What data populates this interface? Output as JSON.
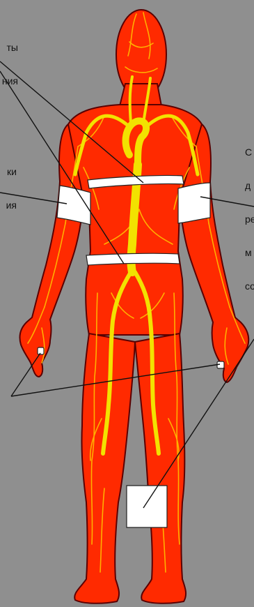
{
  "labels": {
    "top_left": [
      "ты",
      "ния"
    ],
    "middle_left": [
      "ки",
      "ия"
    ],
    "right": [
      "С",
      "д",
      "ре",
      "м",
      "со"
    ]
  },
  "colors": {
    "background": "#8f8f8f",
    "body": "#ff2a00",
    "artery": "#f2e200",
    "vessel": "#ffb000",
    "outline": "#5a0000",
    "tourniquet": "#ffffff",
    "leader_line": "#111111"
  }
}
